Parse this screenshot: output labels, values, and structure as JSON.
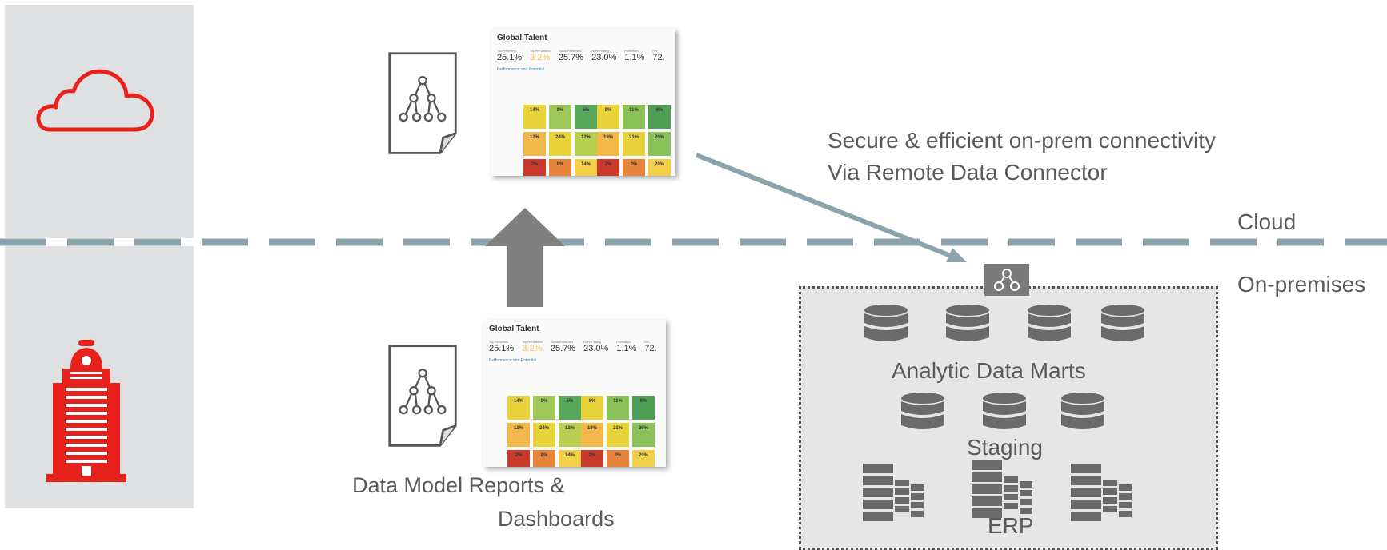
{
  "zones": {
    "cloud_label": "Cloud",
    "onprem_label": "On-premises"
  },
  "connector_caption": {
    "line1": "Secure & efficient on-prem connectivity",
    "line2": "Via Remote Data Connector"
  },
  "reports_caption": {
    "line1": "Data Model Reports &",
    "line2": "Dashboards"
  },
  "onprem_layers": {
    "marts": "Analytic Data Marts",
    "staging": "Staging",
    "erp": "ERP"
  },
  "dashboard_thumbnail": {
    "title": "Global Talent",
    "section": "Performance and Potential",
    "kpis": [
      {
        "label": "Top Performers",
        "value": "25.1%"
      },
      {
        "label": "Top Perf Attrition",
        "value": "3.2%"
      },
      {
        "label": "Global Performers",
        "value": "25.7%"
      },
      {
        "label": "Hi-Perf Rating",
        "value": "23.0%"
      },
      {
        "label": "Promotions",
        "value": "1.1%"
      },
      {
        "label": "Ret",
        "value": "72."
      }
    ],
    "left_grid": [
      "14%",
      "9%",
      "5%",
      "12%",
      "24%",
      "12%",
      "2%",
      "8%",
      "14%"
    ],
    "right_grid": [
      "8%",
      "11%",
      "6%",
      "19%",
      "21%",
      "20%",
      "2%",
      "3%",
      "20%"
    ]
  },
  "colors": {
    "panel": "#dfe0e2",
    "icon_red": "#e8211c",
    "dashed_line": "#8ba3ad",
    "arrow_gray": "#7f7f7f",
    "db_gray": "#6a6a6a"
  },
  "icons": [
    "cloud-icon",
    "office-building-icon",
    "hierarchy-document-icon",
    "database-icon",
    "server-rack-icon",
    "connector-icon"
  ]
}
